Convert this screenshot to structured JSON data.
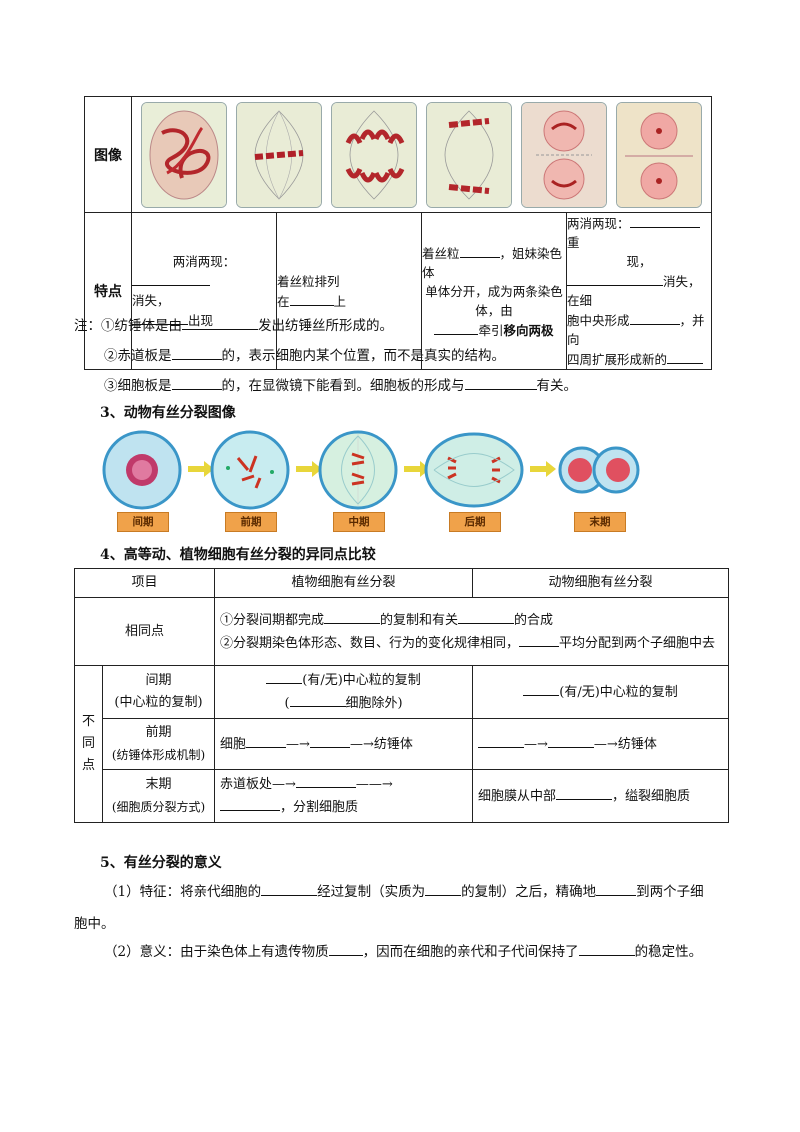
{
  "top_table": {
    "row_image_label": "图像",
    "row_feature_label": "特点",
    "col1": {
      "line1": "两消两现：",
      "line2": "消失，",
      "line3": "出现"
    },
    "col2": {
      "line1": "着丝粒排列",
      "line2a": "在",
      "line2b": "上"
    },
    "col3": {
      "line1a": "着丝粒",
      "line1b": "，姐妹染色体",
      "line2": "单体分开，成为两条染色",
      "line3": "体，由",
      "line4a": "牵引",
      "line4b": "移向两极"
    },
    "col4": {
      "line1a": "两消两现：",
      "line1b": "重",
      "line2": "现，",
      "line3": "消失，在细",
      "line4a": "胞中央形成",
      "line4b": "，并向",
      "line5": "四周扩展形成新的"
    }
  },
  "notes": {
    "n1a": "注：①纺锤体是由",
    "n1b": "发出纺锤丝所形成的。",
    "n2a": "②赤道板是",
    "n2b": "的，表示细胞内某个位置，而不是真实的结构。",
    "n3a": "③细胞板是",
    "n3b": "的，在显微镜下能看到。细胞板的形成与",
    "n3c": "有关。"
  },
  "section3": {
    "title": "3、动物有丝分裂图像",
    "stages": [
      "间期",
      "前期",
      "中期",
      "后期",
      "末期"
    ]
  },
  "section4": {
    "title": "4、高等动、植物细胞有丝分裂的异同点比较",
    "header": [
      "项目",
      "植物细胞有丝分裂",
      "动物细胞有丝分裂"
    ],
    "same_label": "相同点",
    "same1a": "①分裂间期都完成",
    "same1b": "的复制和有关",
    "same1c": "的合成",
    "same2a": "②分裂期染色体形态、数目、行为的变化规律相同，",
    "same2b": "平均分配到两个子细胞中去",
    "diff_label": [
      "不",
      "同",
      "点"
    ],
    "interphase": {
      "label1": "间期",
      "label2": "(中心粒的复制)",
      "plant1": "(有/无)中心粒的复制",
      "plant2a": "(",
      "plant2b": "细胞除外)",
      "animal": "(有/无)中心粒的复制"
    },
    "prophase": {
      "label1": "前期",
      "label2": "(纺锤体形成机制)",
      "plant_a": "细胞",
      "arrow": "—→",
      "plant_end": "纺锤体",
      "animal_end": "纺锤体"
    },
    "telophase": {
      "label1": "末期",
      "label2": "(细胞质分裂方式)",
      "plant1": "赤道板处—→",
      "plant1b": "——→",
      "plant2": "，分割细胞质",
      "animal_a": "细胞膜从中部",
      "animal_b": "，缢裂细胞质"
    }
  },
  "section5": {
    "title": "5、有丝分裂的意义",
    "p1a": "（1）特征：将亲代细胞的",
    "p1b": "经过复制（实质为",
    "p1c": "的复制）之后，精确地",
    "p1d": "到两个子细",
    "p1e": "胞中。",
    "p2a": "（2）意义：由于染色体上有遗传物质",
    "p2b": "，因而在细胞的亲代和子代间保持了",
    "p2c": "的稳定性。"
  }
}
